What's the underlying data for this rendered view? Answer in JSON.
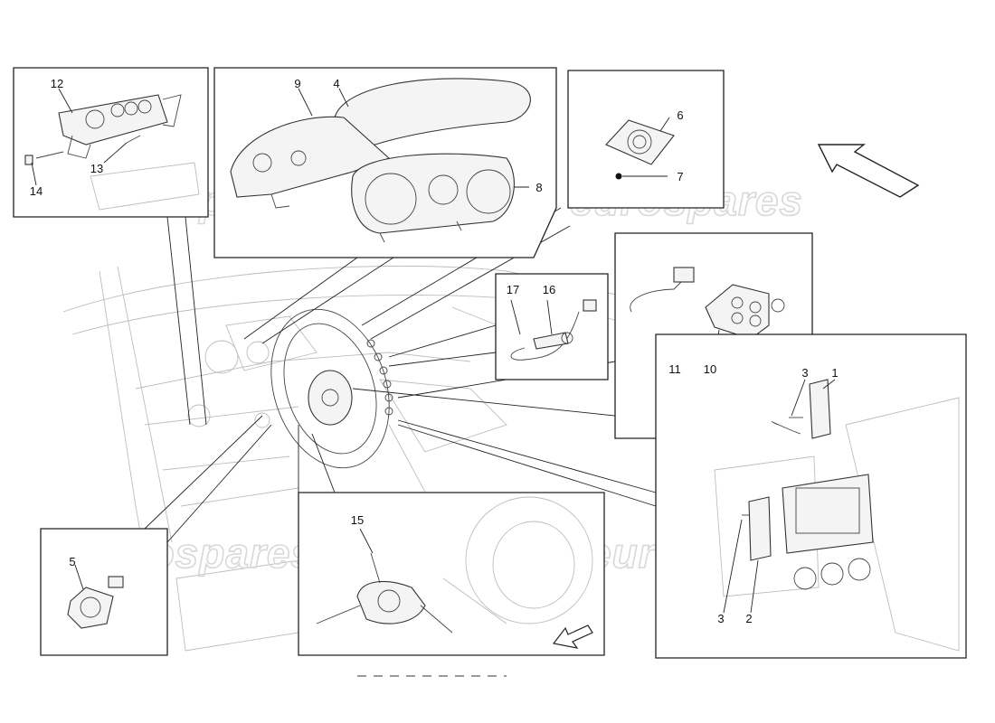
{
  "watermark": {
    "text": "eurospares"
  },
  "callouts": [
    {
      "id": "c1",
      "label": "1"
    },
    {
      "id": "c2",
      "label": "2"
    },
    {
      "id": "c3a",
      "label": "3"
    },
    {
      "id": "c3b",
      "label": "3"
    },
    {
      "id": "c4",
      "label": "4"
    },
    {
      "id": "c5",
      "label": "5"
    },
    {
      "id": "c6",
      "label": "6"
    },
    {
      "id": "c7",
      "label": "7"
    },
    {
      "id": "c8",
      "label": "8"
    },
    {
      "id": "c9",
      "label": "9"
    },
    {
      "id": "c10",
      "label": "10"
    },
    {
      "id": "c11",
      "label": "11"
    },
    {
      "id": "c12",
      "label": "12"
    },
    {
      "id": "c13",
      "label": "13"
    },
    {
      "id": "c14",
      "label": "14"
    },
    {
      "id": "c15",
      "label": "15"
    },
    {
      "id": "c16",
      "label": "16"
    },
    {
      "id": "c17",
      "label": "17"
    }
  ]
}
